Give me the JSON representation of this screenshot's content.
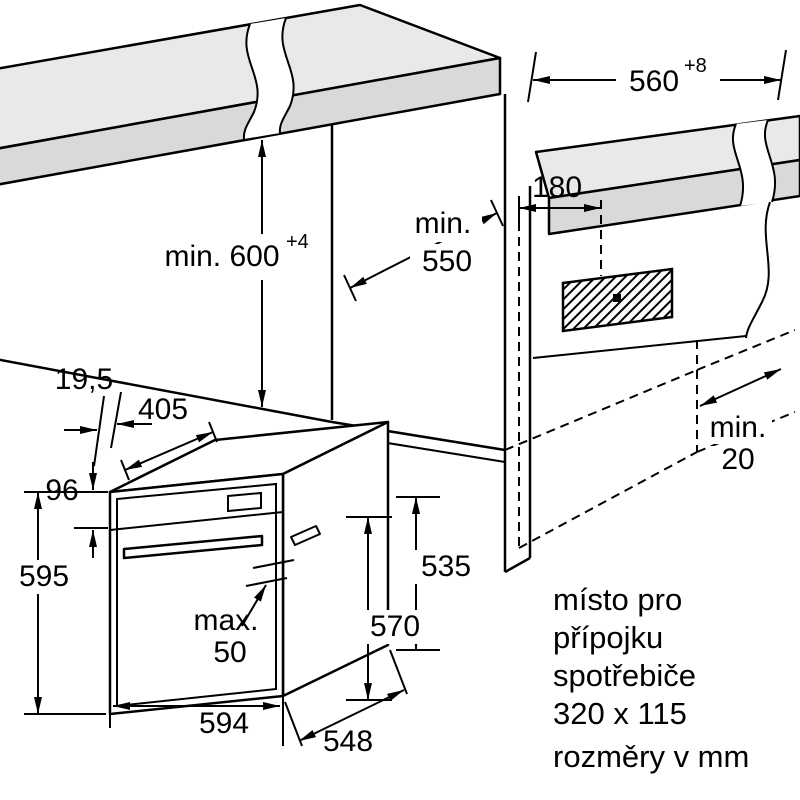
{
  "diagram": {
    "top_width": {
      "value": "560",
      "sup": "+8"
    },
    "niche_height": {
      "value": "min. 600",
      "sup": "+4"
    },
    "niche_depth": {
      "l1": "min.",
      "l2": "550"
    },
    "top_gap": "180",
    "rear_gap": {
      "l1": "min.",
      "l2": "20"
    },
    "protrusion": "19,5",
    "depth_405": "405",
    "panel_96": "96",
    "height_595": "595",
    "handle_max": {
      "l1": "max.",
      "l2": "50"
    },
    "width_594": "594",
    "depth_548": "548",
    "rear_535": "535",
    "mid_570": "570",
    "connection_note": {
      "l1": "místo pro",
      "l2": "přípojku",
      "l3": "spotřebiče",
      "l4": "320 x 115"
    },
    "units_note": "rozměry v mm"
  }
}
